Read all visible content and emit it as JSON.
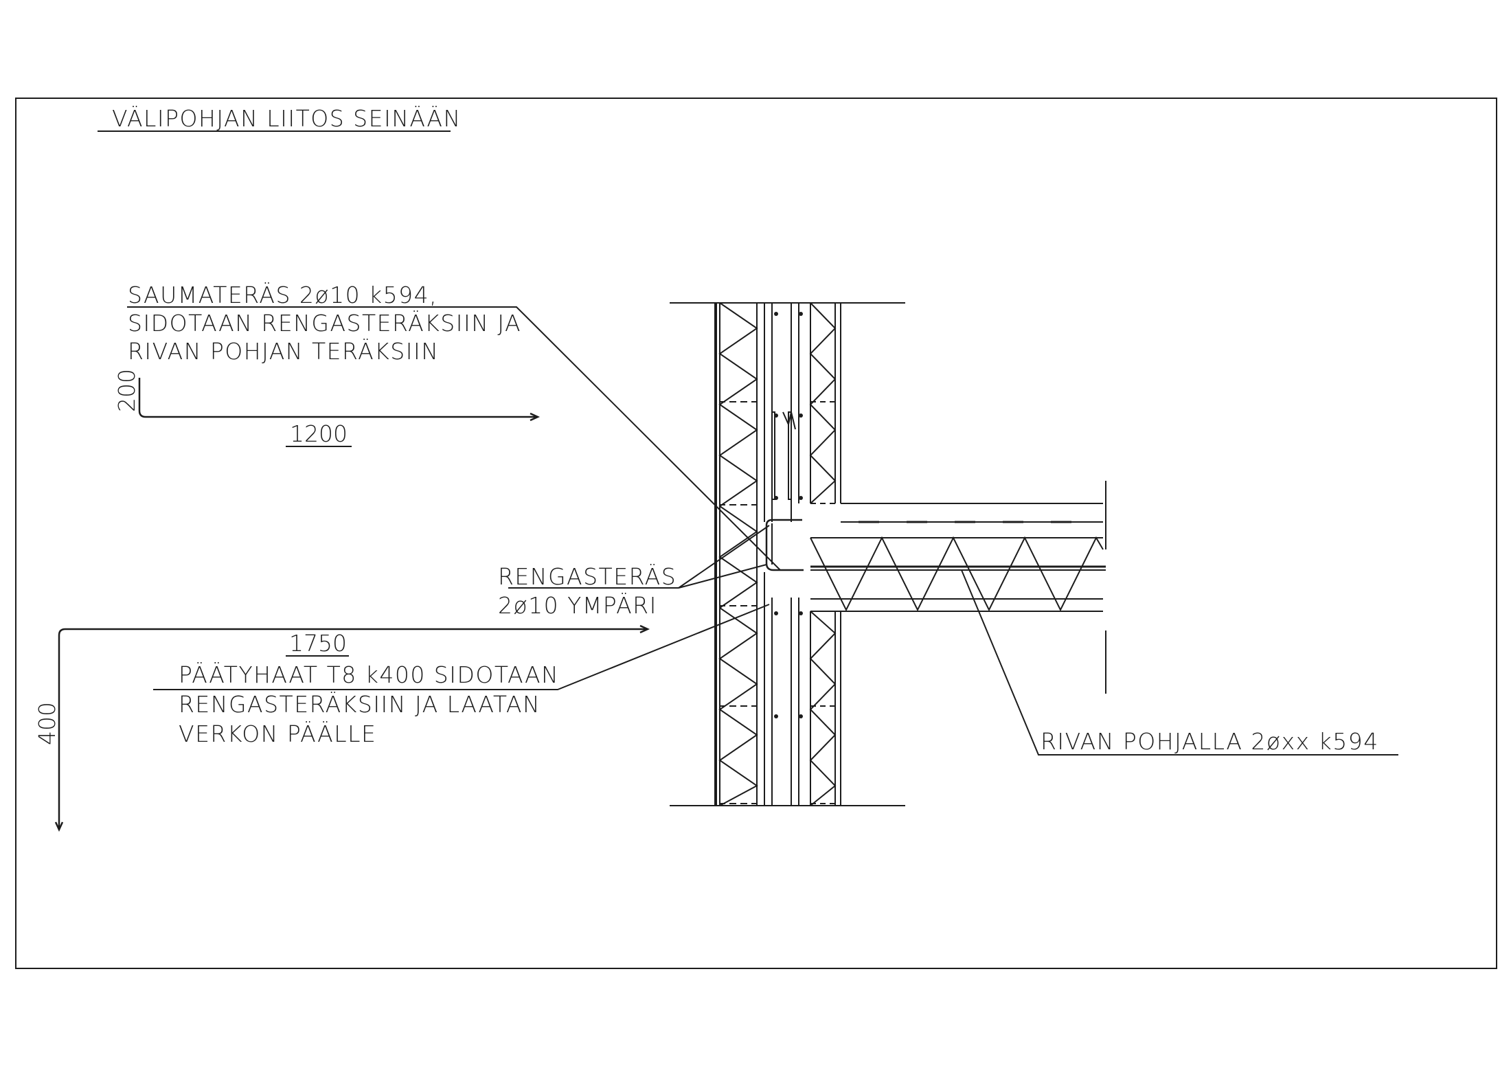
{
  "title": "VÄLIPOHJAN LIITOS SEINÄÄN",
  "callouts": {
    "saumateras": [
      "SAUMATERÄS 2ø10 k594,",
      "SIDOTAAN RENGASTERÄKSIIN JA",
      "RIVAN POHJAN TERÄKSIIN"
    ],
    "rengasteras": [
      "RENGASTERÄS",
      "2ø10 YMPÄRI"
    ],
    "paatyhaat": [
      "PÄÄTYHAAT T8 k400 SIDOTAAN",
      "RENGASTERÄKSIIN JA LAATAN",
      "VERKON PÄÄLLE"
    ],
    "rivan_pohjalla": [
      "RIVAN POHJALLA 2øxx k594"
    ]
  },
  "dimensions": {
    "bar1_leg": "200",
    "bar1_length": "1200",
    "bar2_length": "1750",
    "bar2_leg": "400"
  },
  "colors": {
    "line": "#1c1c1c",
    "background": "#ffffff"
  }
}
